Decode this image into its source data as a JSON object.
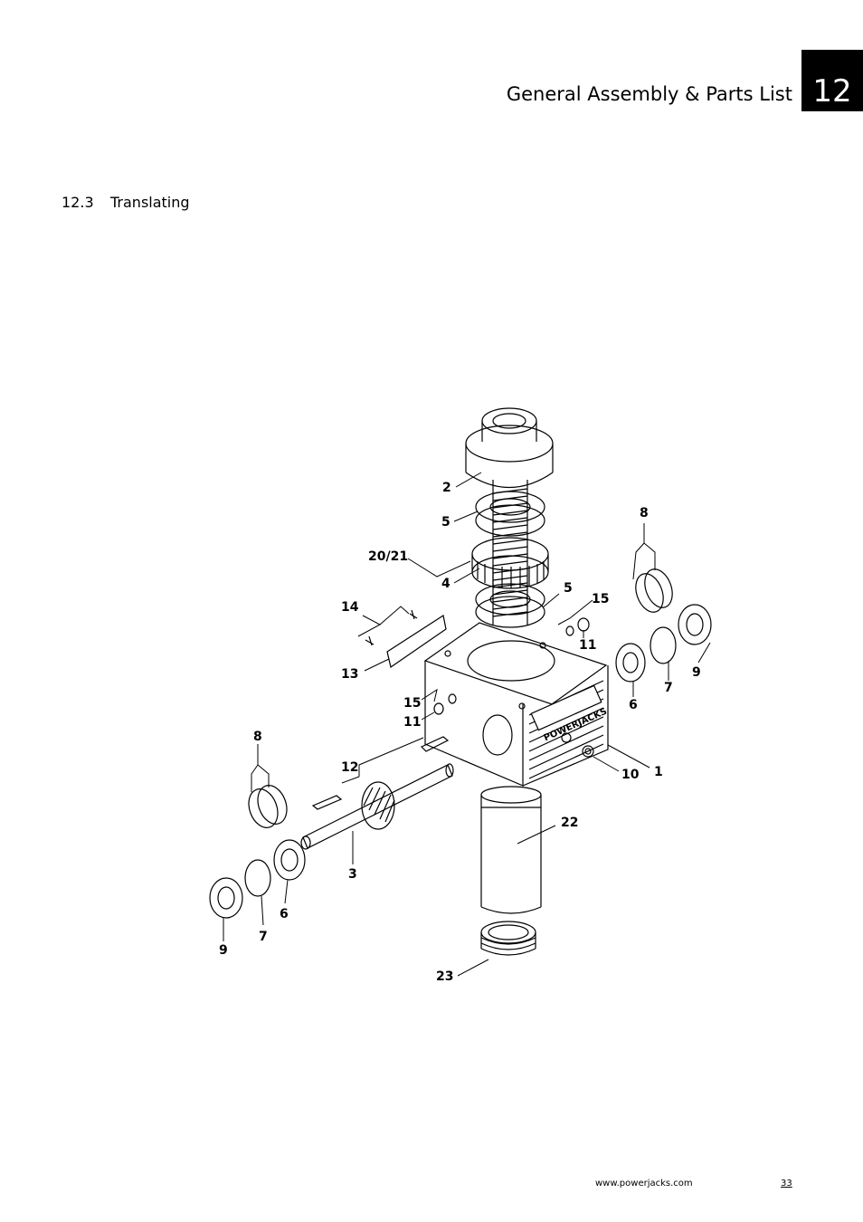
{
  "header": {
    "chapter_number": "12",
    "title": "General Assembly & Parts List"
  },
  "section": {
    "number": "12.3",
    "title": "Translating"
  },
  "callouts": [
    {
      "label": "2"
    },
    {
      "label": "5"
    },
    {
      "label": "20/21"
    },
    {
      "label": "4"
    },
    {
      "label": "5"
    },
    {
      "label": "15"
    },
    {
      "label": "11"
    },
    {
      "label": "8"
    },
    {
      "label": "9"
    },
    {
      "label": "7"
    },
    {
      "label": "6"
    },
    {
      "label": "14"
    },
    {
      "label": "13"
    },
    {
      "label": "15"
    },
    {
      "label": "11"
    },
    {
      "label": "1"
    },
    {
      "label": "10"
    },
    {
      "label": "8"
    },
    {
      "label": "12"
    },
    {
      "label": "22"
    },
    {
      "label": "3"
    },
    {
      "label": "6"
    },
    {
      "label": "7"
    },
    {
      "label": "9"
    },
    {
      "label": "23"
    }
  ],
  "logo_text": "POWERJACKS",
  "footer": {
    "url": "www.powerjacks.com",
    "page": "33"
  }
}
